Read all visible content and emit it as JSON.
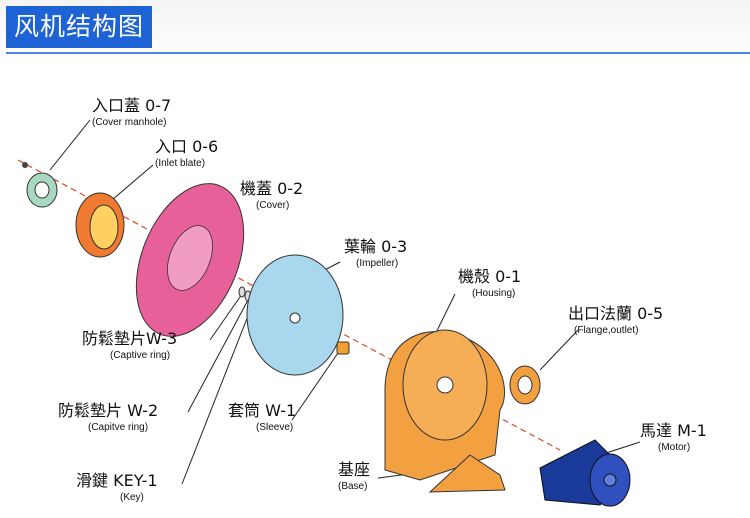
{
  "title": "风机结构图",
  "parts": [
    {
      "id": "cover-manhole",
      "cn": "入口蓋 0-7",
      "en": "(Cover manhole)",
      "color": "#a8d8c0"
    },
    {
      "id": "inlet-blate",
      "cn": "入口 0-6",
      "en": "(Inlet blate)",
      "color": "#f07a30"
    },
    {
      "id": "cover",
      "cn": "機蓋 0-2",
      "en": "(Cover)",
      "color": "#e8609a"
    },
    {
      "id": "impeller",
      "cn": "葉輪 0-3",
      "en": "(Impeller)",
      "color": "#a9d8ee"
    },
    {
      "id": "housing",
      "cn": "機殼 0-1",
      "en": "(Housing)",
      "color": "#f3a040"
    },
    {
      "id": "flange-outlet",
      "cn": "出口法蘭 0-5",
      "en": "(Flange,outlet)",
      "color": "#f3a040"
    },
    {
      "id": "captive-ring-w3",
      "cn": "防鬆墊片W-3",
      "en": "(Captive ring)"
    },
    {
      "id": "captive-ring-w2",
      "cn": "防鬆墊片 W-2",
      "en": "(Capitve ring)"
    },
    {
      "id": "sleeve",
      "cn": "套筒 W-1",
      "en": "(Sleeve)"
    },
    {
      "id": "key",
      "cn": "滑鍵 KEY-1",
      "en": "(Key)"
    },
    {
      "id": "base",
      "cn": "基座",
      "en": "(Base)"
    },
    {
      "id": "motor",
      "cn": "馬達 M-1",
      "en": "(Motor)",
      "color": "#1a3a9a"
    }
  ]
}
